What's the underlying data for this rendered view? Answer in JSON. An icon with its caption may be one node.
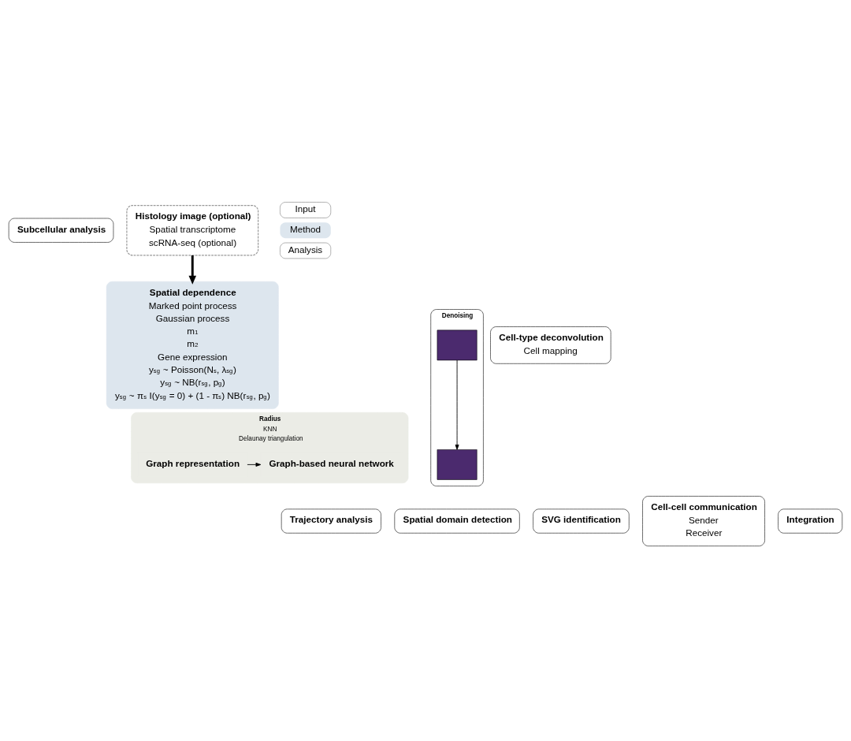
{
  "diagram": {
    "nodes": [
      {
        "text": [
          "Subcellular analysis"
        ]
      },
      {
        "text": [
          "Histology image (optional)",
          "Spatial transcriptome",
          "scRNA-seq (optional)"
        ]
      },
      {
        "text": [
          "Spatial dependence",
          "Marked point process",
          "Gaussian process",
          "m$_{1}$",
          "m$_{2}$",
          "Gene expression",
          "y$_{sg}$ ~ Poisson(N$_{s}$, λ$_{sg}$)",
          "y$_{sg}$ ~ NB(r$_{sg}$, p$_{g}$)",
          "y$_{sg}$ ~ π$_{s}$ I(y$_{sg}$ = 0) + (1 - π$_{s}$) NB(r$_{sg}$, p$_{g}$)"
        ]
      },
      {
        "text": [
          "Radius",
          "KNN",
          "Delaunay triangulation"
        ]
      },
      {
        "text": [
          "Graph representation"
        ],
        "in": 3
      },
      {
        "text": [
          "Graph-based neural network"
        ],
        "in": 3
      },
      {
        "text": [
          "Denoising"
        ]
      },
      {
        "text": [],
        "shape": "box",
        "in": 6
      },
      {
        "text": [],
        "shape": "box",
        "in": 6
      },
      {
        "text": [
          "Cell-type deconvolution",
          "Cell mapping"
        ]
      },
      {
        "text": [
          "Spatial domain detection"
        ]
      },
      {
        "text": [
          "SVG identification"
        ]
      },
      {
        "text": [
          "Trajectory analysis"
        ]
      },
      {
        "text": [
          "Cell-cell communication",
          "Sender",
          "Receiver"
        ]
      },
      {
        "text": [
          "Integration"
        ]
      }
    ],
    "edges": [
      {
        "from": 1,
        "to": 2,
        "arrow": "to",
        "style": "thick"
      },
      {
        "from": 7,
        "to": 8,
        "arrow": "to"
      },
      {
        "from": 4,
        "to": 5,
        "arrow": "to"
      }
    ],
    "legend": [
      {
        "text": "Input"
      },
      {
        "text": "Method",
        "color": "#dde6ee"
      },
      {
        "text": "Analysis"
      }
    ]
  }
}
